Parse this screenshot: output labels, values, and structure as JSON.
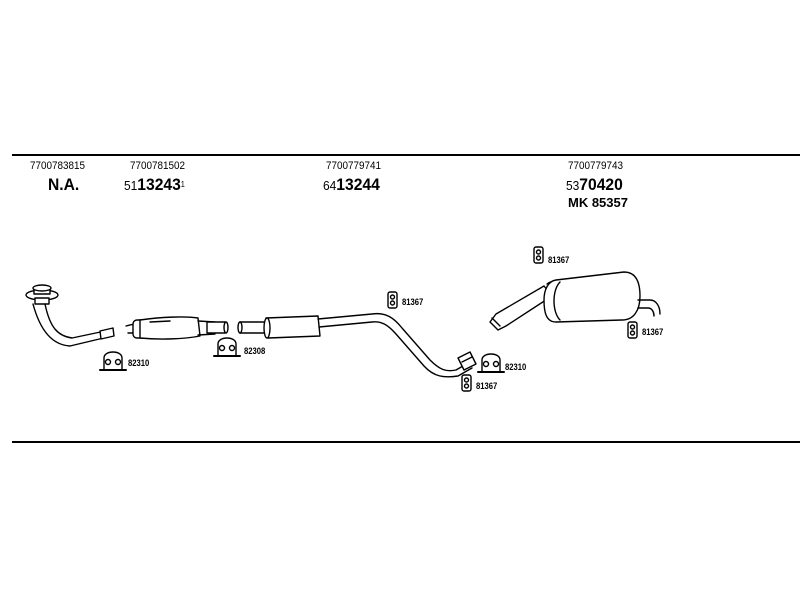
{
  "parts": {
    "front_pipe": {
      "part_number": "7700783815",
      "ref": "N.A."
    },
    "front_silencer": {
      "part_number": "7700781502",
      "ref_prefix": "51",
      "ref_main": "13243",
      "ref_suffix": "1"
    },
    "middle_pipe": {
      "part_number": "7700779741",
      "ref_prefix": "64",
      "ref_main": "13244"
    },
    "rear_silencer": {
      "part_number": "7700779743",
      "ref_prefix": "53",
      "ref_main": "70420",
      "mounting_kit": "MK 85357"
    }
  },
  "clamp_labels": {
    "clamp_1": "82310",
    "clamp_2": "82308",
    "hanger_mid": "81367",
    "clamp_3": "82310",
    "hanger_low": "81367",
    "hanger_rear_top": "81367",
    "hanger_rear_bottom": "81367"
  },
  "colors": {
    "line": "#000000",
    "background": "#ffffff"
  }
}
